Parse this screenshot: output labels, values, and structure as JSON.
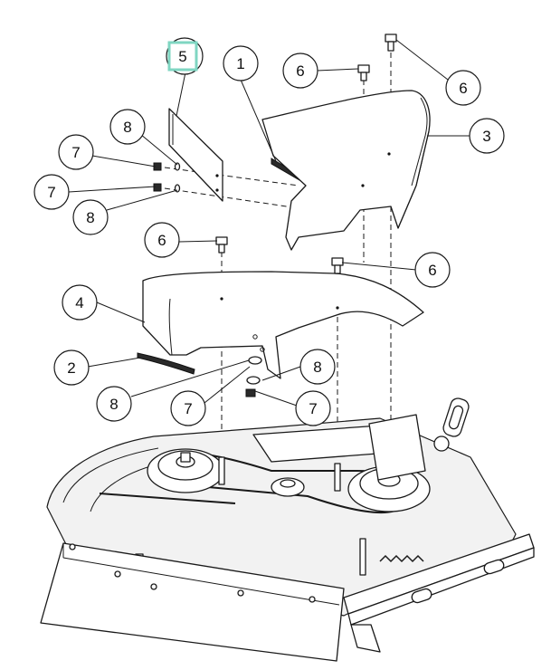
{
  "callouts": {
    "c5": "5",
    "c1": "1",
    "c6a": "6",
    "c6b": "6",
    "c3": "3",
    "c8a": "8",
    "c7a": "7",
    "c7b": "7",
    "c8b": "8",
    "c6c": "6",
    "c6d": "6",
    "c4": "4",
    "c2": "2",
    "c8c": "8",
    "c8d": "8",
    "c7c": "7",
    "c7d": "7"
  },
  "highlight_color": "#7fd6c2"
}
